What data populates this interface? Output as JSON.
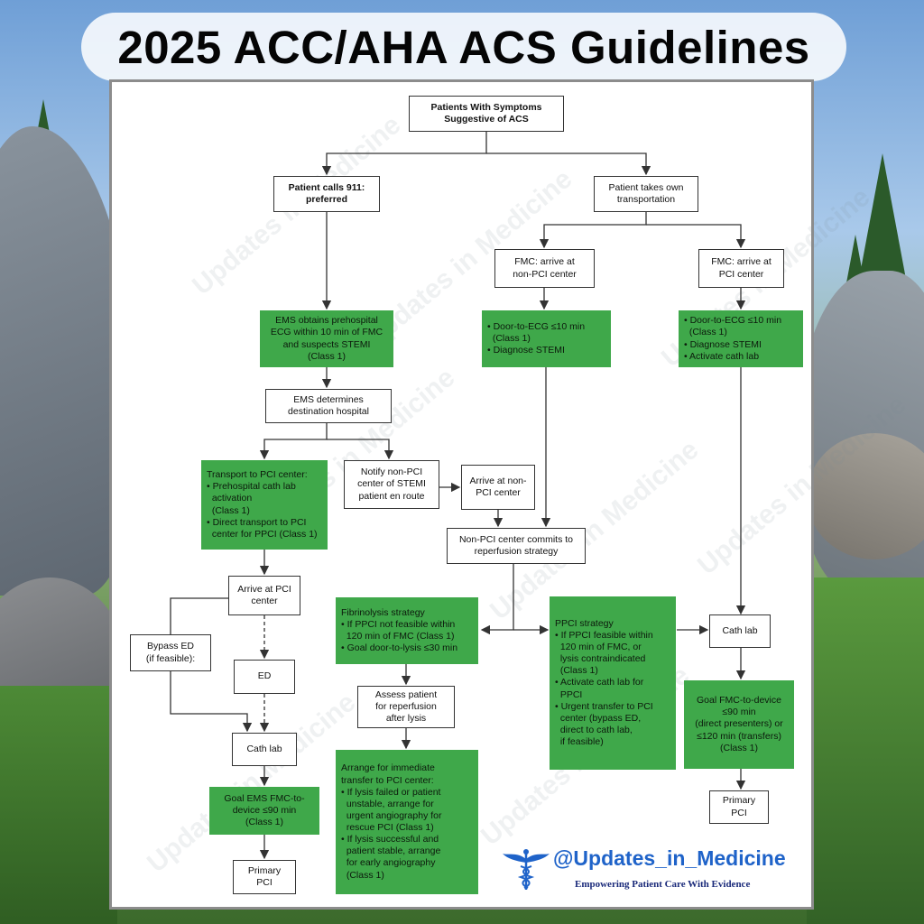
{
  "title": "2025 ACC/AHA ACS Guidelines",
  "diagram": {
    "nodes": {
      "start": [
        "Patients With Symptoms",
        "Suggestive of ACS"
      ],
      "call911": [
        "Patient calls 911:",
        "preferred"
      ],
      "own": [
        "Patient takes own",
        "transportation"
      ],
      "fmc_nonpci": [
        "FMC: arrive at",
        "non-PCI center"
      ],
      "fmc_pci": [
        "FMC: arrive at",
        "PCI center"
      ],
      "ems_ecg": [
        "EMS obtains prehospital",
        "ECG within 10 min of FMC",
        "and suspects STEMI",
        "(Class 1)"
      ],
      "nonpci_ecg": [
        "• Door-to-ECG ≤10 min",
        "  (Class 1)",
        "• Diagnose STEMI"
      ],
      "pci_ecg": [
        "• Door-to-ECG ≤10 min",
        "  (Class 1)",
        "• Diagnose STEMI",
        "• Activate cath lab"
      ],
      "ems_dest": [
        "EMS determines",
        "destination hospital"
      ],
      "transport": [
        "Transport to PCI center:",
        "• Prehospital cath lab",
        "  activation",
        "  (Class 1)",
        "• Direct transport to PCI",
        "  center for PPCI (Class 1)"
      ],
      "notify": [
        "Notify non-PCI",
        "center of STEMI",
        "patient en route"
      ],
      "arrive_nonpci": [
        "Arrive at non-",
        "PCI center"
      ],
      "commits": [
        "Non-PCI center commits to",
        "reperfusion strategy"
      ],
      "arrive_pci": [
        "Arrive at PCI",
        "center"
      ],
      "bypass": [
        "Bypass ED",
        "(if feasible):"
      ],
      "ed": [
        "ED"
      ],
      "cathlab_left": [
        "Cath lab"
      ],
      "goal_ems": [
        "Goal EMS FMC-to-",
        "device ≤90 min",
        "(Class 1)"
      ],
      "primary_left": [
        "Primary",
        "PCI"
      ],
      "fibrinolysis": [
        "Fibrinolysis strategy",
        "• If PPCI not feasible within",
        "  120 min of FMC (Class 1)",
        "• Goal door-to-lysis ≤30 min"
      ],
      "assess": [
        "Assess patient",
        "for reperfusion",
        "after lysis"
      ],
      "arrange": [
        "Arrange for immediate",
        "transfer to PCI center:",
        "• If lysis failed or patient",
        "  unstable, arrange for",
        "  urgent angiography for",
        "  rescue PCI (Class 1)",
        "• If lysis successful and",
        "  patient stable, arrange",
        "  for early angiography",
        "  (Class 1)"
      ],
      "ppci": [
        "PPCI strategy",
        "• If PPCI feasible within",
        "  120 min of FMC, or",
        "  lysis contraindicated",
        "  (Class 1)",
        "• Activate cath lab for",
        "  PPCI",
        "• Urgent transfer to PCI",
        "  center (bypass ED,",
        "  direct to cath lab,",
        "  if feasible)"
      ],
      "cathlab_right": [
        "Cath lab"
      ],
      "goal_right": [
        "Goal FMC-to-device",
        "≤90 min",
        "(direct presenters) or",
        "≤120 min (transfers)",
        "(Class 1)"
      ],
      "primary_right": [
        "Primary",
        "PCI"
      ]
    },
    "watermark": "Updates in Medicine"
  },
  "brand": {
    "name": "@Updates_in_Medicine",
    "tagline": "Empowering Patient Care With Evidence",
    "logo_icon": "caduceus-icon",
    "color": "#1f63c9"
  },
  "colors": {
    "green_box": "#3fa84a",
    "line": "#333333"
  }
}
